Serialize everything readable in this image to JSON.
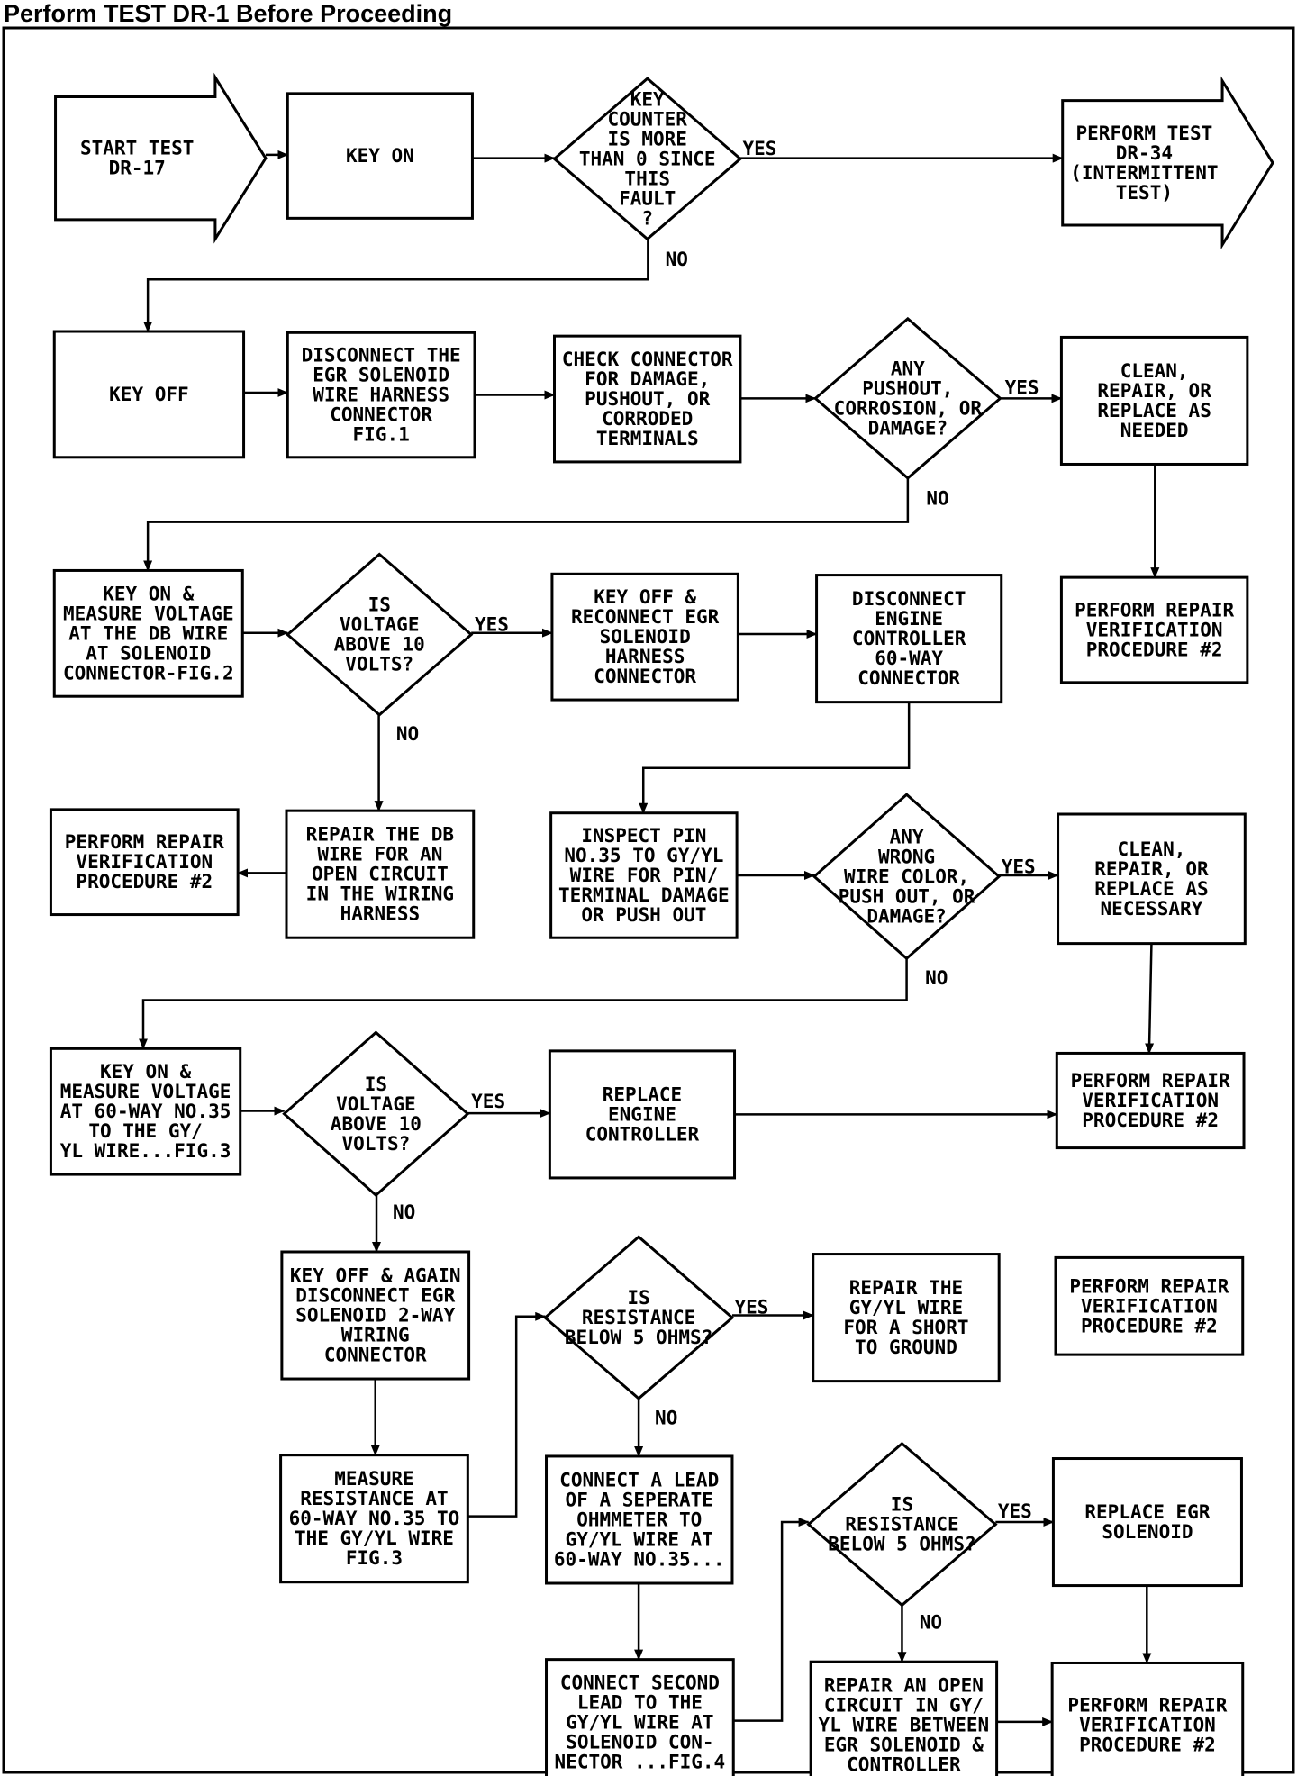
{
  "header": {
    "title": "Perform TEST DR-1 Before Proceeding"
  },
  "nodes": {
    "start": [
      "START TEST",
      "DR-17"
    ],
    "key_on": [
      "KEY ON"
    ],
    "key_counter": [
      "KEY",
      "COUNTER",
      "IS MORE",
      "THAN 0 SINCE",
      "THIS",
      "FAULT",
      "?"
    ],
    "perform_dr34": [
      "PERFORM TEST",
      "DR-34",
      "(INTERMITTENT",
      "TEST)"
    ],
    "key_off": [
      "KEY OFF"
    ],
    "disconnect_egr": [
      "DISCONNECT THE",
      "EGR SOLENOID",
      "WIRE HARNESS",
      "CONNECTOR",
      "FIG.1"
    ],
    "check_connector": [
      "CHECK CONNECTOR",
      "FOR DAMAGE,",
      "PUSHOUT, OR",
      "CORRODED",
      "TERMINALS"
    ],
    "any_pushout": [
      "ANY",
      "PUSHOUT,",
      "CORROSION, OR",
      "DAMAGE?"
    ],
    "clean_repair_1": [
      "CLEAN,",
      "REPAIR, OR",
      "REPLACE AS",
      "NEEDED"
    ],
    "perform_repair_1": [
      "PERFORM REPAIR",
      "VERIFICATION",
      "PROCEDURE #2"
    ],
    "measure_db": [
      "KEY ON &",
      "MEASURE VOLTAGE",
      "AT THE DB WIRE",
      "AT SOLENOID",
      "CONNECTOR-FIG.2"
    ],
    "voltage_above_1": [
      "IS",
      "VOLTAGE",
      "ABOVE 10",
      "VOLTS?"
    ],
    "reconnect_egr": [
      "KEY OFF &",
      "RECONNECT EGR",
      "SOLENOID",
      "HARNESS",
      "CONNECTOR"
    ],
    "disconnect_engine": [
      "DISCONNECT",
      "ENGINE",
      "CONTROLLER",
      "60-WAY",
      "CONNECTOR"
    ],
    "perform_repair_2": [
      "PERFORM REPAIR",
      "VERIFICATION",
      "PROCEDURE #2"
    ],
    "repair_db": [
      "REPAIR THE DB",
      "WIRE FOR AN",
      "OPEN CIRCUIT",
      "IN THE WIRING",
      "HARNESS"
    ],
    "inspect_pin": [
      "INSPECT PIN",
      "NO.35 TO GY/YL",
      "WIRE FOR PIN/",
      "TERMINAL DAMAGE",
      "OR PUSH OUT"
    ],
    "any_wrong": [
      "ANY",
      "WRONG",
      "WIRE COLOR,",
      "PUSH OUT, OR",
      "DAMAGE?"
    ],
    "clean_repair_2": [
      "CLEAN,",
      "REPAIR, OR",
      "REPLACE AS",
      "NECESSARY"
    ],
    "measure_60way": [
      "KEY ON &",
      "MEASURE VOLTAGE",
      "AT 60-WAY NO.35",
      "TO THE GY/",
      "YL WIRE...FIG.3"
    ],
    "voltage_above_2": [
      "IS",
      "VOLTAGE",
      "ABOVE 10",
      "VOLTS?"
    ],
    "replace_controller": [
      "REPLACE",
      "ENGINE",
      "CONTROLLER"
    ],
    "perform_repair_3": [
      "PERFORM REPAIR",
      "VERIFICATION",
      "PROCEDURE #2"
    ],
    "key_off_again": [
      "KEY OFF & AGAIN",
      "DISCONNECT EGR",
      "SOLENOID 2-WAY",
      "WIRING",
      "CONNECTOR"
    ],
    "resistance_1": [
      "IS",
      "RESISTANCE",
      "BELOW 5 OHMS?"
    ],
    "repair_short": [
      "REPAIR THE",
      "GY/YL WIRE",
      "FOR A SHORT",
      "TO GROUND"
    ],
    "perform_repair_4": [
      "PERFORM REPAIR",
      "VERIFICATION",
      "PROCEDURE #2"
    ],
    "measure_resistance": [
      "MEASURE",
      "RESISTANCE AT",
      "60-WAY NO.35 TO",
      "THE GY/YL WIRE",
      "FIG.3"
    ],
    "connect_lead": [
      "CONNECT A LEAD",
      "OF A SEPERATE",
      "OHMMETER TO",
      "GY/YL WIRE AT",
      "60-WAY NO.35..."
    ],
    "resistance_2": [
      "IS",
      "RESISTANCE",
      "BELOW 5 OHMS?"
    ],
    "replace_solenoid": [
      "REPLACE EGR",
      "SOLENOID"
    ],
    "connect_second": [
      "CONNECT SECOND",
      "LEAD TO THE",
      "GY/YL WIRE AT",
      "SOLENOID CON-",
      "NECTOR ...FIG.4"
    ],
    "repair_open": [
      "REPAIR AN OPEN",
      "CIRCUIT IN GY/",
      "YL WIRE BETWEEN",
      "EGR SOLENOID &",
      "CONTROLLER"
    ],
    "perform_repair_5": [
      "PERFORM REPAIR",
      "VERIFICATION",
      "PROCEDURE #2"
    ]
  },
  "edge_labels": {
    "yes": "YES",
    "no": "NO"
  }
}
